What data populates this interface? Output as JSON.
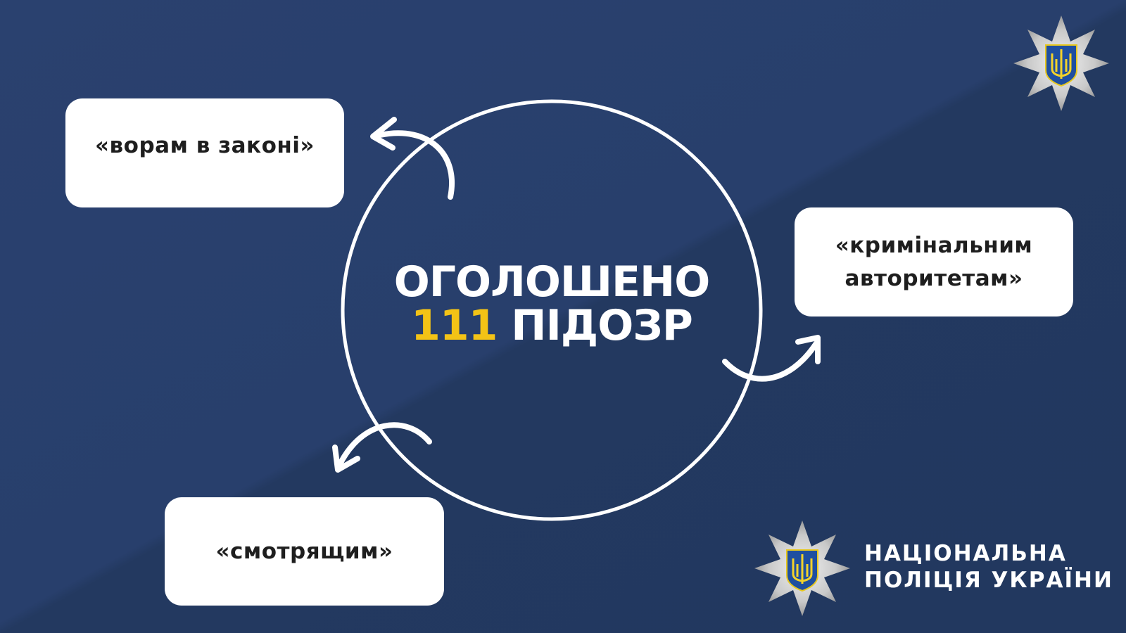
{
  "headline": {
    "line1": "ОГОЛОШЕНО",
    "count": "111",
    "line2_rest": "ПІДОЗР"
  },
  "boxes": [
    {
      "label": "«ворам в законі»"
    },
    {
      "label": "«кримінальним авторитетам»"
    },
    {
      "label": "«смотрящим»"
    }
  ],
  "brand": {
    "line1": "НАЦІОНАЛЬНА",
    "line2": "ПОЛІЦІЯ УКРАЇНИ"
  },
  "colors": {
    "background": "#283f6c",
    "accent": "#f3c316",
    "shield": "#1f4fa0"
  }
}
